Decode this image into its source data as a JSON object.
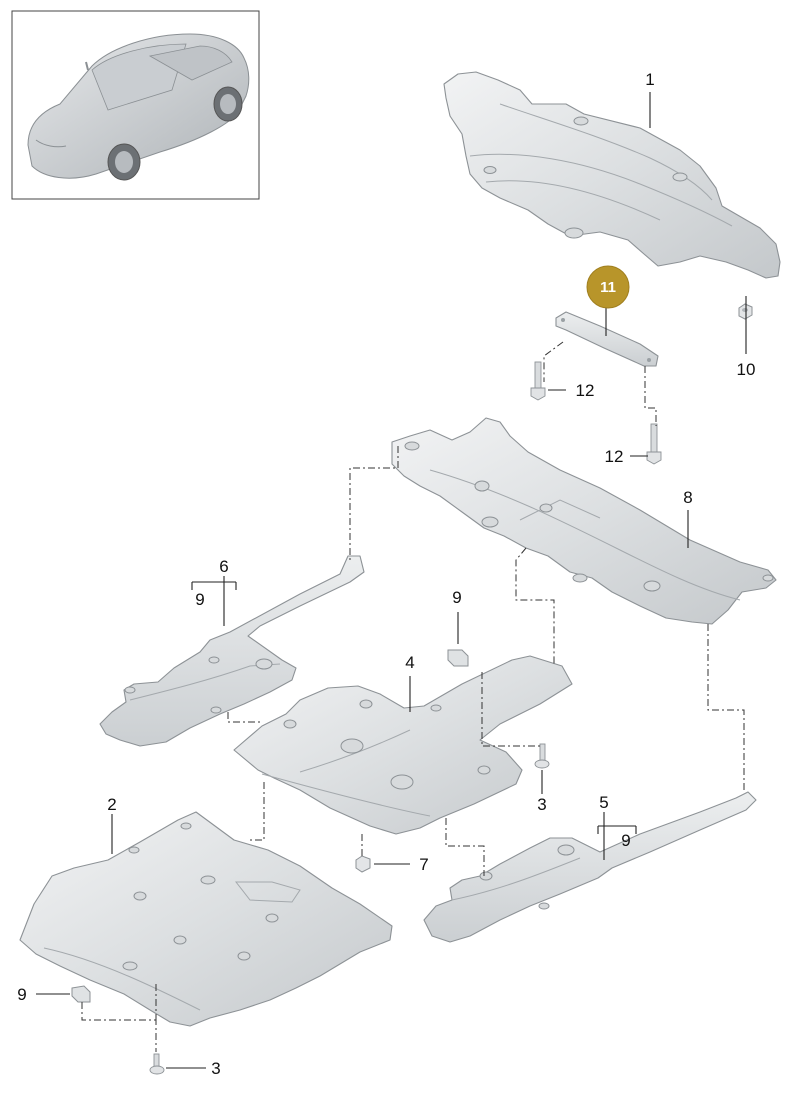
{
  "diagram": {
    "thumbnail": {
      "icon": "car-icon"
    },
    "highlight_color": "#b8952a",
    "callouts": {
      "c1": "1",
      "c2": "2",
      "c3a": "3",
      "c3b": "3",
      "c4": "4",
      "c5": "5",
      "c6": "6",
      "c7": "7",
      "c8": "8",
      "c9a": "9",
      "c9b": "9",
      "c9c": "9",
      "c9d": "9",
      "c10": "10",
      "c11": "11",
      "c12a": "12",
      "c12b": "12"
    }
  }
}
